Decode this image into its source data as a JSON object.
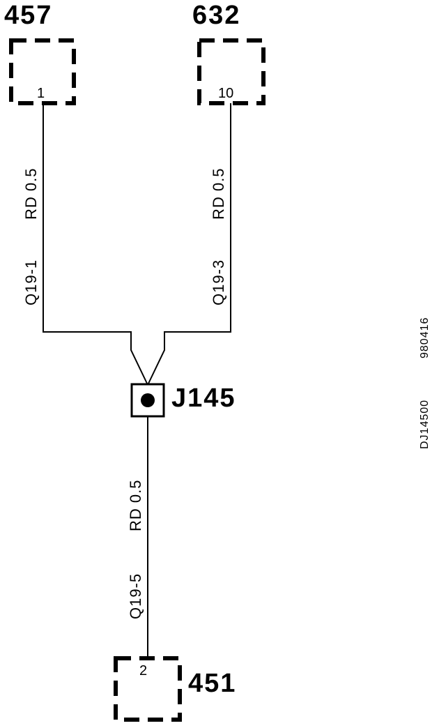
{
  "connectors": [
    {
      "id": "457",
      "pin": "1"
    },
    {
      "id": "632",
      "pin": "10"
    },
    {
      "id": "451",
      "pin": "2"
    }
  ],
  "splice": {
    "id": "J145"
  },
  "wires": [
    {
      "circuit": "Q19-1",
      "spec": "RD 0.5"
    },
    {
      "circuit": "Q19-3",
      "spec": "RD 0.5"
    },
    {
      "circuit": "Q19-5",
      "spec": "RD 0.5"
    }
  ],
  "footer": {
    "drawing_number": "DJ14500",
    "date_code": "980416"
  }
}
